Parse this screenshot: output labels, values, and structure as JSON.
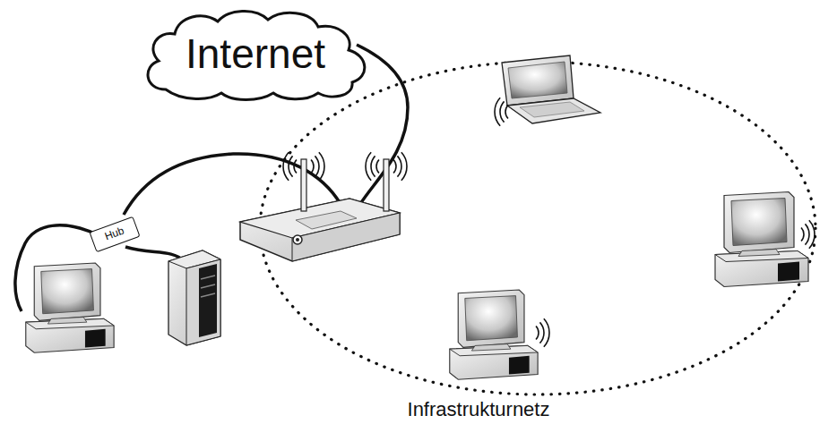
{
  "diagram": {
    "caption": "Infrastrukturnetz",
    "nodes": [
      {
        "text": [
          "Internet"
        ]
      },
      {
        "text": [
          "Hub"
        ]
      }
    ]
  }
}
